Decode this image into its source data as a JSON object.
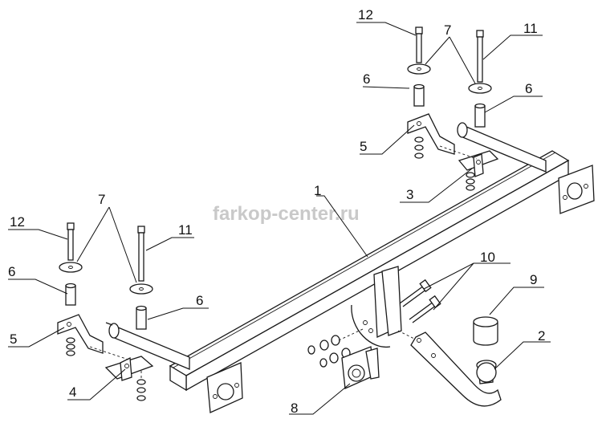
{
  "watermark": "farkop-center.ru",
  "callouts": {
    "c12_top": "12",
    "c7_top": "7",
    "c11_top": "11",
    "c6_top_a": "6",
    "c6_top_b": "6",
    "c5_top": "5",
    "c3": "3",
    "c1": "1",
    "c7_left": "7",
    "c12_left": "12",
    "c11_left": "11",
    "c6_left_a": "6",
    "c6_left_b": "6",
    "c5_left": "5",
    "c4": "4",
    "c10": "10",
    "c9": "9",
    "c2": "2",
    "c8": "8"
  }
}
